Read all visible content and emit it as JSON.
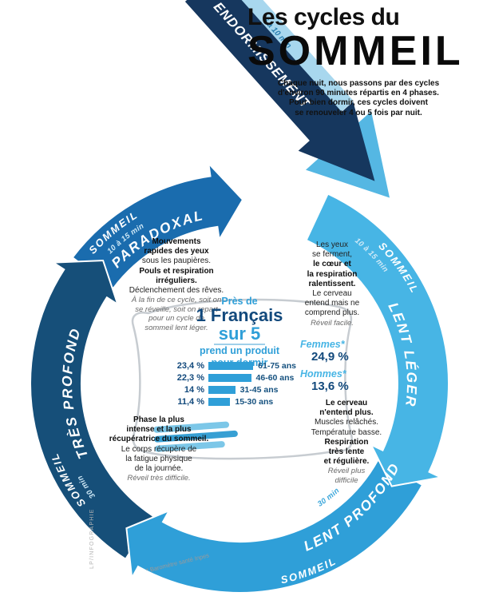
{
  "title": {
    "line1": "Les cycles du",
    "line2": "SOMMEIL",
    "subtitle_lines": [
      [
        "s",
        "Chaque nuit, nous passons par des cycles"
      ],
      [
        "s",
        "d'environ 90 minutes répartis en 4 phases."
      ],
      [
        "s",
        "Pour bien dormir, ces cycles doivent"
      ],
      [
        "s",
        "se renouveler 4 ou 5 fois par nuit."
      ]
    ]
  },
  "cycle": {
    "endormissement": {
      "label": "ENDORMISSEMENT",
      "duration": "6 à 10 min",
      "color": "#16375e"
    },
    "segments": [
      {
        "id": "sommeil-lent-leger",
        "word1": "SOMMEIL",
        "word2": "LENT LÉGER",
        "duration": "10 à 15 min",
        "color": "#47b5e5"
      },
      {
        "id": "sommeil-lent-profond",
        "word1": "SOMMEIL",
        "word2": "LENT PROFOND",
        "duration": "30 min",
        "color": "#2f9fd8"
      },
      {
        "id": "sommeil-tres-profond",
        "word1": "SOMMEIL",
        "word2": "TRÈS PROFOND",
        "duration": "30 min",
        "color": "#164f79"
      },
      {
        "id": "sommeil-paradoxal",
        "word1": "SOMMEIL",
        "word2": "PARADOXAL",
        "duration": "10 à 15 min",
        "color": "#1a6cae"
      }
    ]
  },
  "blocks": {
    "paradoxal": [
      [
        "b",
        "Mouvements"
      ],
      [
        "b",
        "rapides des yeux"
      ],
      [
        "r",
        "sous les paupières."
      ],
      [
        "b",
        "Pouls et respiration"
      ],
      [
        "b",
        "irréguliers."
      ],
      [
        "r",
        "Déclenchement des rêves."
      ],
      [
        "i",
        "À la fin de ce cycle, soit on"
      ],
      [
        "i",
        "se réveille, soit on repart"
      ],
      [
        "i",
        "pour un cycle de"
      ],
      [
        "i",
        "sommeil lent léger."
      ]
    ],
    "leger": [
      [
        "r",
        "Les yeux"
      ],
      [
        "r",
        "se ferment,"
      ],
      [
        "b",
        "le cœur et"
      ],
      [
        "b",
        "la respiration"
      ],
      [
        "b",
        "ralentissent."
      ],
      [
        "r",
        "Le cerveau"
      ],
      [
        "r",
        "entend mais ne"
      ],
      [
        "r",
        "comprend plus."
      ],
      [
        "i",
        "Réveil facile."
      ]
    ],
    "profond": [
      [
        "b",
        "Le cerveau"
      ],
      [
        "b",
        "n'entend plus."
      ],
      [
        "r",
        "Muscles relâchés."
      ],
      [
        "r",
        "Température basse."
      ],
      [
        "b",
        "Respiration"
      ],
      [
        "b",
        "très lente"
      ],
      [
        "b",
        "et régulière."
      ],
      [
        "i",
        "Réveil plus"
      ],
      [
        "i",
        "difficile"
      ]
    ],
    "tres_profond": [
      [
        "b",
        "Phase la plus"
      ],
      [
        "b",
        "intense et la plus"
      ],
      [
        "b",
        "récupératrice du sommeil."
      ],
      [
        "r",
        "Le corps récupère de"
      ],
      [
        "r",
        "la fatigue physique"
      ],
      [
        "r",
        "de la journée."
      ],
      [
        "i",
        "Réveil très difficile."
      ]
    ]
  },
  "center": {
    "intro1": "Près de",
    "big1": "1 Français",
    "big2": "sur 5",
    "intro2": "prend un produit",
    "intro3": "pour dormir"
  },
  "chart_data": {
    "type": "bar",
    "orientation": "horizontal",
    "title": "Près de 1 Français sur 5 prend un produit pour dormir",
    "categories": [
      "61-75 ans",
      "46-60 ans",
      "31-45 ans",
      "15-30 ans"
    ],
    "values": [
      23.4,
      22.3,
      14,
      11.4
    ],
    "value_labels": [
      "23,4 %",
      "22,3 %",
      "14 %",
      "11,4 %"
    ],
    "unit": "%",
    "related_stats": {
      "femmes": 24.9,
      "hommes": 13.6
    },
    "source": "Baromètre santé Inpes"
  },
  "stats": {
    "femmes_label": "Femmes*",
    "femmes_value": "24,9 %",
    "hommes_label": "Hommes*",
    "hommes_value": "13,6 %"
  },
  "credits": {
    "vertical": "LP/INFOGRAPHIE",
    "source": "* Baromètre santé Inpes"
  },
  "colors": {
    "accent_light": "#47b5e5",
    "accent_mid": "#2f9fd8",
    "accent_dark_navy": "#16375e",
    "value_dark_blue": "#12497c"
  }
}
